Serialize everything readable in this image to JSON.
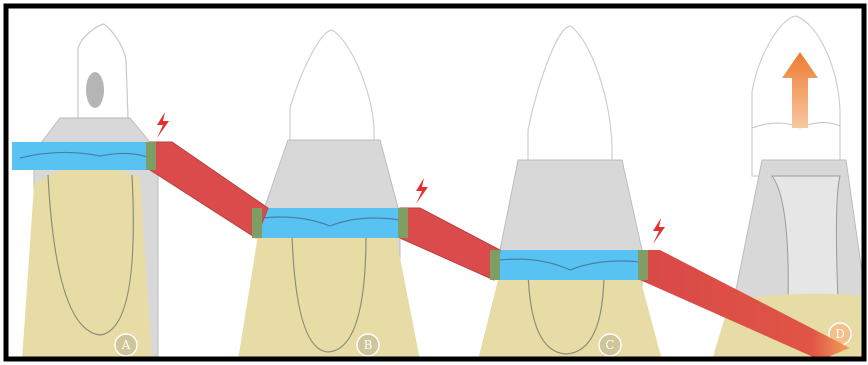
{
  "diagram": {
    "stages": [
      {
        "label": "A"
      },
      {
        "label": "B"
      },
      {
        "label": "C"
      },
      {
        "label": "D"
      }
    ],
    "colors": {
      "frame": "#000000",
      "background": "#ffffff",
      "bone": "#e8dca6",
      "root": "#d8d8d8",
      "crown": "#ffffff",
      "blue_band": "#58c2f2",
      "red_band": "#dc4b4b",
      "arrow": "#ef8a3a"
    },
    "icons": {
      "marker": "lightning-bolt-icon",
      "direction": "extrusion-arrow-icon"
    }
  }
}
